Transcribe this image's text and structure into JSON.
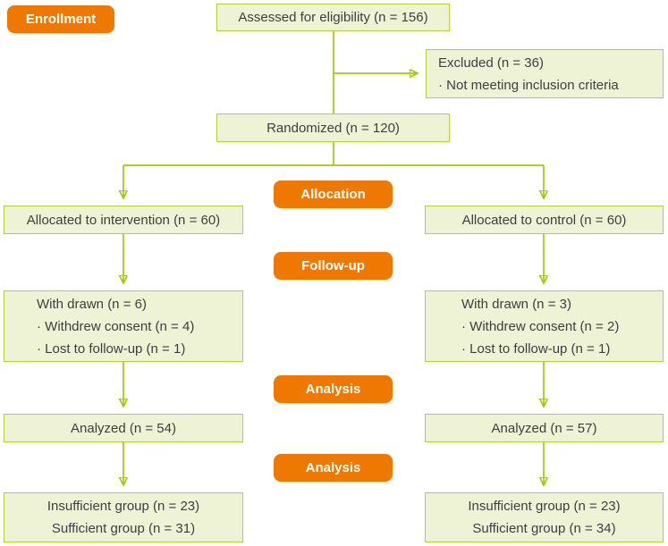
{
  "colors": {
    "badge_background": "#ee7800",
    "badge_text": "#ffffff",
    "box_fill": "#eef3d6",
    "box_border": "#b7ce39",
    "connector_green": "#a3c712",
    "box_text": "#3e3e3e",
    "page_background": "#ffffff"
  },
  "diagram": {
    "badges": {
      "enrollment": "Enrollment",
      "allocation": "Allocation",
      "followup": "Follow-up",
      "analysis1": "Analysis",
      "analysis2": "Analysis"
    },
    "boxes": {
      "assessed": {
        "line1": "Assessed for eligibility (n = 156)"
      },
      "excluded": {
        "line1": "Excluded (n = 36)",
        "line2": "· Not meeting inclusion criteria"
      },
      "randomized": {
        "line1": "Randomized (n = 120)"
      },
      "allocated_intervention": {
        "line1": "Allocated to intervention (n = 60)"
      },
      "allocated_control": {
        "line1": "Allocated to control (n = 60)"
      },
      "withdrawn_intervention": {
        "line1": "With drawn (n = 6)",
        "line2": "· Withdrew consent (n = 4)",
        "line3": "· Lost to follow-up (n = 1)"
      },
      "withdrawn_control": {
        "line1": "With drawn (n = 3)",
        "line2": "· Withdrew consent (n = 2)",
        "line3": "· Lost to follow-up (n = 1)"
      },
      "analyzed_intervention": {
        "line1": "Analyzed (n = 54)"
      },
      "analyzed_control": {
        "line1": "Analyzed (n = 57)"
      },
      "groups_intervention": {
        "line1": "Insufficient group (n = 23)",
        "line2": "Sufficient group (n = 31)"
      },
      "groups_control": {
        "line1": "Insufficient group (n = 23)",
        "line2": "Sufficient group (n = 34)"
      }
    }
  }
}
